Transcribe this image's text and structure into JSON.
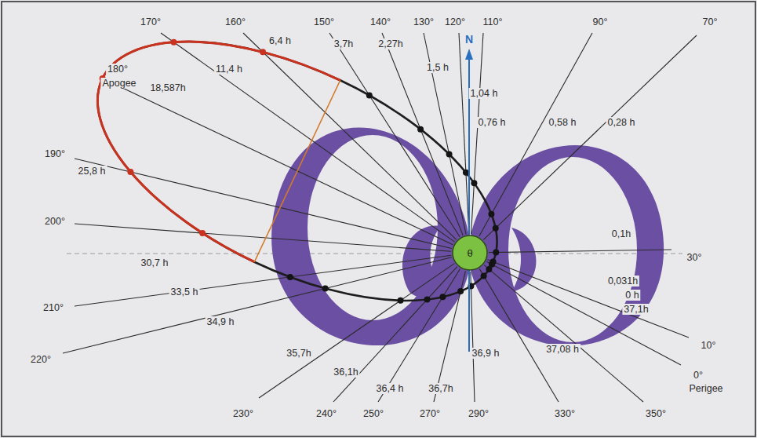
{
  "diagram": {
    "nodes": [
      {
        "text": [
          "θ"
        ]
      }
    ],
    "labels": [
      "180°",
      "Apogee",
      "170°",
      "160°",
      "150°",
      "140°",
      "130°",
      "120°",
      "110°",
      "90°",
      "70°",
      "30°",
      "10°",
      "0°",
      "Perigee",
      "350°",
      "330°",
      "290°",
      "270°",
      "250°",
      "240°",
      "230°",
      "220°",
      "210°",
      "200°",
      "190°",
      "18,587h",
      "11,4 h",
      "6,4 h",
      "3,7h",
      "2,27h",
      "1,5 h",
      "1,04 h",
      "0,76 h",
      "0,58 h",
      "0,28 h",
      "0,1h",
      "0,031h",
      "0 h",
      "37,1h",
      "37,08 h",
      "36,9 h",
      "36,7h",
      "36,4 h",
      "36,1h",
      "35,7h",
      "34,9 h",
      "33,5 h",
      "30,7 h",
      "25,8 h",
      "N"
    ]
  }
}
